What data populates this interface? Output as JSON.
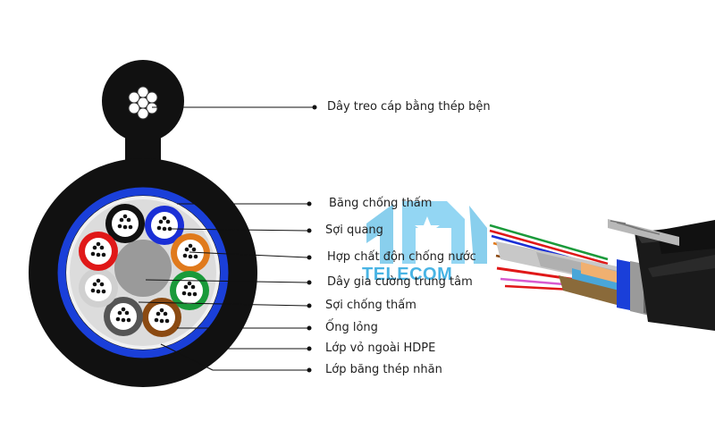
{
  "labels": {
    "messenger": "Dây treo cáp bằng thép bện",
    "water_tape": "Băng chống thấm",
    "fiber": "Sợi quang",
    "gel": "Hợp chất độn chống nước",
    "central_member": "Dây gia cường trung tâm",
    "water_yarn": "Sợi chống thấm",
    "loose_tube": "Ống lỏng",
    "hdpe": "Lớp vỏ ngoài HDPE",
    "steel_tape": "Lớp băng thép nhăn"
  },
  "watermark": {
    "text": "TELECOM",
    "color": "#2aa8e0"
  },
  "tube_colors": [
    "#111111",
    "#1a2fd6",
    "#e07a1c",
    "#1a9a3a",
    "#8b4a12",
    "#555555",
    "#d0d0d0",
    "#e01818"
  ],
  "layer_colors": {
    "sheath": "#111111",
    "steel_ring": "#1a3fd9",
    "inner": "#dcdcdc",
    "central": "#9a9a9a"
  }
}
